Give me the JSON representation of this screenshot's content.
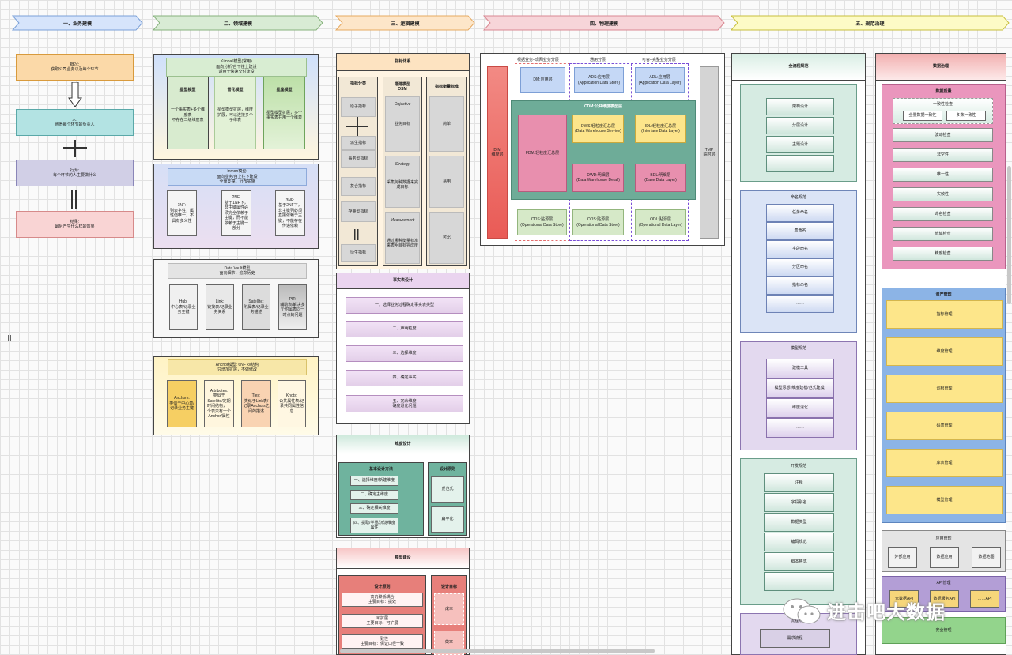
{
  "headers": [
    "一、业务建模",
    "二、领域建模",
    "三、逻辑建模",
    "四、物理建模",
    "五、规范治理"
  ],
  "biz": {
    "overview": "概况:\n获取公司业务以及每个环节",
    "person": "人:\n熟悉每个环节的负责人",
    "action": "行为:\n每个环节的人主要做什么",
    "result": "结果:\n最后产生什么样的效果"
  },
  "kimball": {
    "title": "Kimball模型(常用)\n面向分析/自下往上建设\n适用于快速交付建设",
    "star": "星型模型",
    "star_desc": "一个事实表+多个维度表\n不存在二级维度表",
    "snow": "雪花模型",
    "snow_desc": "星型模型扩展，维度扩展，可以连接多个子维表",
    "constel": "星座模型",
    "constel_desc": "星型模型扩展，多个事实表共用一个维表"
  },
  "inmon": {
    "title": "Inmon模型:\n面向业务/自上往下建设\n全面支撑，分布实施",
    "n1": "1NF:\n列表字性，属性值唯一，不具有多义性",
    "n2": "2NF:\n基于1NF下，非主键属性必须完全依赖于主键，而不能依赖于主键一部分",
    "n3": "3NF:\n基于2NF下，非主键列必须直接依赖于主键，不能存在传递依赖"
  },
  "vault": {
    "title": "Data Vault模型\n面向细节，追踪历史",
    "hub": "Hub:\n中心表/记录业务主键",
    "link": "Link:\n链接表/记录业务关系",
    "sat": "Satellite:\n附属表/记录业务描述",
    "pit": "PIT:\n辅助表/解决多个附属表同一时点的问题"
  },
  "anchor": {
    "title": "Anchor模型: 6NF kv结构\n只增加扩展，不做修改",
    "a1": "Anchors:\n类似于中心表/记录业务主键",
    "a2": "Attributes:\n类似于Satellite/定期时间结构，一个表只有一个Anchor/属性",
    "a3": "Ties:\n类似于Link表/记录Anchors之间的描述",
    "a4": "Knots:\n公共属性表/记录共同属性信息"
  },
  "metric": {
    "title": "指标体系",
    "col1": "指标分类",
    "col2": "搭建模型\nOSM",
    "col3": "指标衡量标准",
    "c1": [
      "原子指标",
      "派生指标",
      "事务型指标",
      "复合指标",
      "存量型指标",
      "衍生指标"
    ],
    "c2": [
      "Objective",
      "业务目标",
      "Strategy",
      "采集何种数据来完成目标",
      "Measurement",
      "通过哪种衡量标准来表明目标完成度"
    ],
    "c3": [
      "简单",
      "易用",
      "可比"
    ]
  },
  "fact": {
    "title": "事实表设计",
    "items": [
      "一、选择业务过程确定事实表类型",
      "二、声明粒度",
      "三、选择维度",
      "四、确定事实",
      "五、冗余维度\n确度退化问题"
    ]
  },
  "dim": {
    "title": "维度设计",
    "m": "基本设计方法",
    "steps": [
      "一、选择维度/新建维度",
      "二、确定主维度",
      "三、确定相关维度",
      "四、提取/半重/沉淀维度属性"
    ],
    "r": "设计原则",
    "rules": [
      "反范式",
      "扁平化"
    ]
  },
  "model": {
    "title": "模型建设",
    "p": "设计原则",
    "items": [
      "高内聚低耦合\n主要目标：提效",
      "可扩展\n主要目标：可扩展",
      "一致性\n主要目标：保证口径一致"
    ],
    "g": "设计目标",
    "goals": [
      "成本",
      "效率"
    ]
  },
  "phys": {
    "l1": "根据业务+现网业务分层",
    "l2": "通用分层",
    "l3": "可容+完整业务分层",
    "dim": "DIM\n维度层",
    "tmp": "TMP\n临时层",
    "dm": "DM:应用层",
    "ads": "ADS:应用层\n(Application Data Store)",
    "adl": "ADL:应用层\n(Application Data Layer)",
    "cdm": "CDM:公共维度模型层",
    "fdm": "FDM:轻粒度汇总层",
    "dws": "DWS:轻粒度汇总层\n(Data Warehouse Service)",
    "idl": "IDL:轻粒度汇总层\n(Interface Data Layer)",
    "dwd": "DWD:明细层\n(Data Warehouse Detail)",
    "bdl": "BDL:明细层\n(Base Data Layer)",
    "ods1": "ODS:贴源层\n(Operational Data Store)",
    "ods2": "ODS:贴源层\n(Operational Data Store)",
    "odl": "ODL:贴源层\n(Operational Data Layer)"
  },
  "spec": {
    "title": "全流程规范",
    "g1": [
      "架构设计",
      "分层设计",
      "主题设计",
      "……"
    ],
    "g2t": "命名规范",
    "g2": [
      "任务命名",
      "表命名",
      "字段命名",
      "分区命名",
      "指标命名",
      "……"
    ],
    "g3t": "模型规范",
    "g3": [
      "建模工具",
      "模型思想(维度建模/范式建模)",
      "维度退化",
      "……"
    ],
    "g4t": "开发规范",
    "g4": [
      "注释",
      "字段别名",
      "数据类型",
      "编码规范",
      "脚本格式",
      "……"
    ],
    "g5t": "流程规范",
    "g5": [
      "需求流程"
    ]
  },
  "gov": {
    "title": "数据治理",
    "quality": "数据质量",
    "consist": "一致性检查",
    "c1": "全量数据一致性",
    "c2": "多数一致性",
    "items": [
      "波动检查",
      "非空性",
      "唯一性",
      "实效性",
      "命名检查",
      "值域检查",
      "精度检查"
    ],
    "asset": "资产管理",
    "assets": [
      "指标管理",
      "维度管理",
      "词根管理",
      "码表管理",
      "库表管理",
      "模型管理"
    ],
    "app": "应用管理",
    "apps": [
      "外部应用",
      "数据应用",
      "数据地图"
    ],
    "api": "API管理",
    "apis": [
      "元数据API",
      "数据服务API",
      "……API"
    ],
    "sec": "安全管理"
  },
  "watermark": "进击吧大数据",
  "colors": {
    "blue_hdr": "#d6e4fb",
    "green_hdr": "#d8ebd4",
    "orange_hdr": "#fde6c9",
    "pink_hdr": "#f7d5d9",
    "yellow_hdr": "#fdfbc6"
  }
}
